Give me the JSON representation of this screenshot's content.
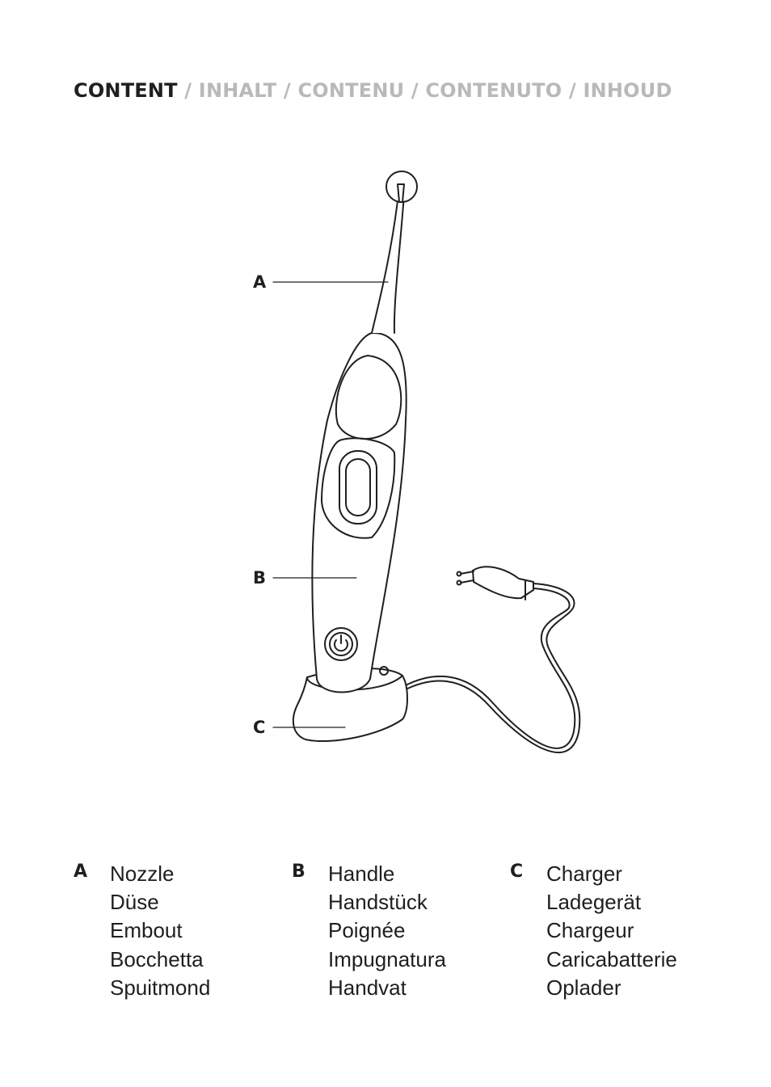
{
  "heading": {
    "lead": "CONTENT",
    "rest": " / INHALT / CONTENU / CONTENUTO / INHOUD"
  },
  "callouts": {
    "a": "A",
    "b": "B",
    "c": "C"
  },
  "legend": [
    {
      "letter": "A",
      "items": [
        "Nozzle",
        "Düse",
        "Embout",
        "Bocchetta",
        "Spuitmond"
      ]
    },
    {
      "letter": "B",
      "items": [
        "Handle",
        "Handstück",
        "Poignée",
        "Impugnatura",
        "Handvat"
      ]
    },
    {
      "letter": "C",
      "items": [
        "Charger",
        "Ladegerät",
        "Chargeur",
        "Caricabatterie",
        "Oplader"
      ]
    }
  ]
}
